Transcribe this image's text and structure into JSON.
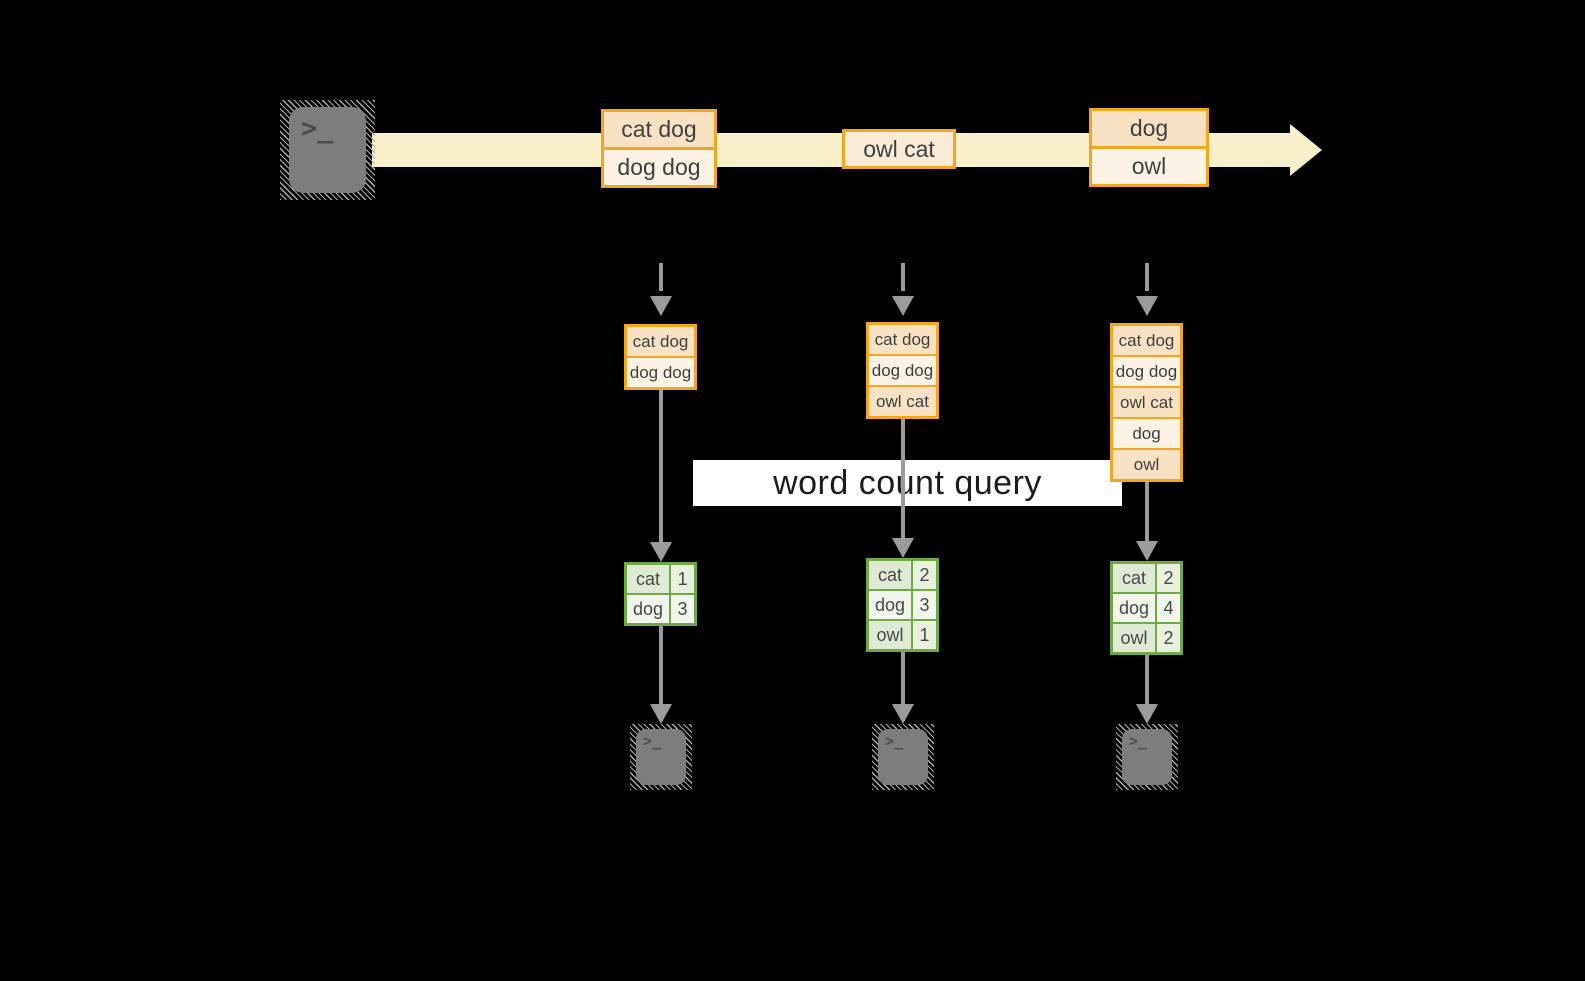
{
  "banner": {
    "label": "word count query"
  },
  "icons": {
    "terminal_prompt": ">_",
    "source_icon": "terminal-icon",
    "sink_icons": [
      "terminal-icon",
      "terminal-icon",
      "terminal-icon"
    ]
  },
  "stream_messages": [
    {
      "rows": [
        "cat dog",
        "dog dog"
      ]
    },
    {
      "rows": [
        "owl cat"
      ]
    },
    {
      "rows": [
        "dog",
        "owl"
      ]
    }
  ],
  "buffers": [
    {
      "rows": [
        "cat dog",
        "dog dog"
      ]
    },
    {
      "rows": [
        "cat dog",
        "dog dog",
        "owl cat"
      ]
    },
    {
      "rows": [
        "cat dog",
        "dog dog",
        "owl cat",
        "dog",
        "owl"
      ]
    }
  ],
  "tables": [
    {
      "rows": [
        {
          "word": "cat",
          "count": "1"
        },
        {
          "word": "dog",
          "count": "3"
        }
      ]
    },
    {
      "rows": [
        {
          "word": "cat",
          "count": "2"
        },
        {
          "word": "dog",
          "count": "3"
        },
        {
          "word": "owl",
          "count": "1"
        }
      ]
    },
    {
      "rows": [
        {
          "word": "cat",
          "count": "2"
        },
        {
          "word": "dog",
          "count": "4"
        },
        {
          "word": "owl",
          "count": "2"
        }
      ]
    }
  ],
  "colors": {
    "background": "#000000",
    "stream": "#faf0cc",
    "orange_border": "#f2a71e",
    "peach_dark": "#f9e2c3",
    "peach_light": "#fdf3e4",
    "peach_mid": "#faebd6",
    "green_border": "#6fa845",
    "green_dark": "#dfead4",
    "green_light": "#f1f6ed",
    "arrow_gray": "#9b9b9b",
    "terminal_gray": "#7d7d7d",
    "banner_bg": "#ffffff"
  }
}
